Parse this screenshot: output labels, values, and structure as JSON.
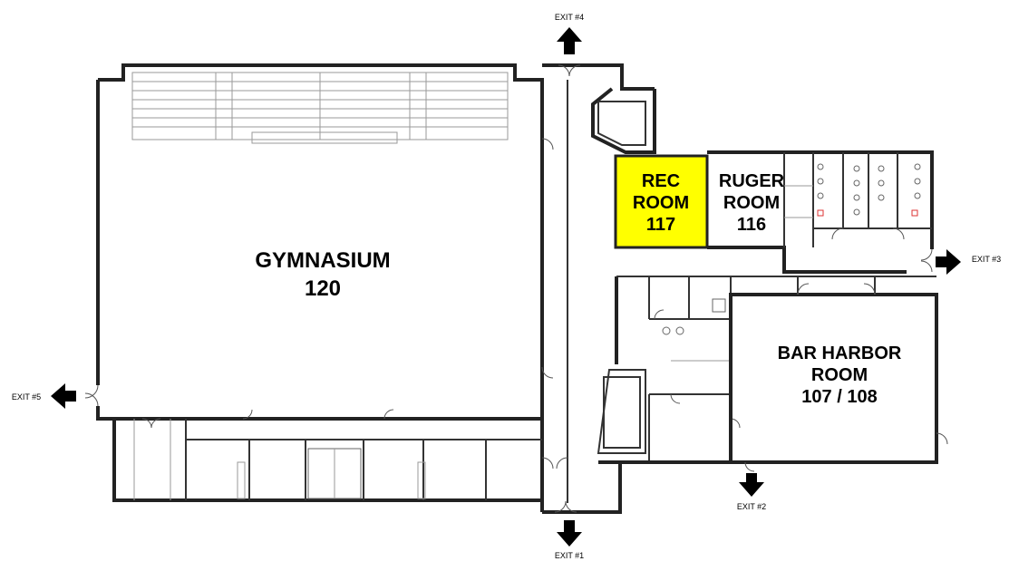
{
  "highlight_color": "#ffff00",
  "rooms": {
    "gymnasium": {
      "name": "GYMNASIUM",
      "number": "120"
    },
    "rec_room": {
      "name_line1": "REC",
      "name_line2": "ROOM",
      "number": "117"
    },
    "ruger_room": {
      "name_line1": "RUGER",
      "name_line2": "ROOM",
      "number": "116"
    },
    "bar_harbor_room": {
      "name_line1": "BAR HARBOR",
      "name_line2": "ROOM",
      "number": "107 / 108"
    }
  },
  "exits": {
    "exit1": "EXIT #1",
    "exit2": "EXIT #2",
    "exit3": "EXIT #3",
    "exit4": "EXIT #4",
    "exit5": "EXIT #5"
  }
}
